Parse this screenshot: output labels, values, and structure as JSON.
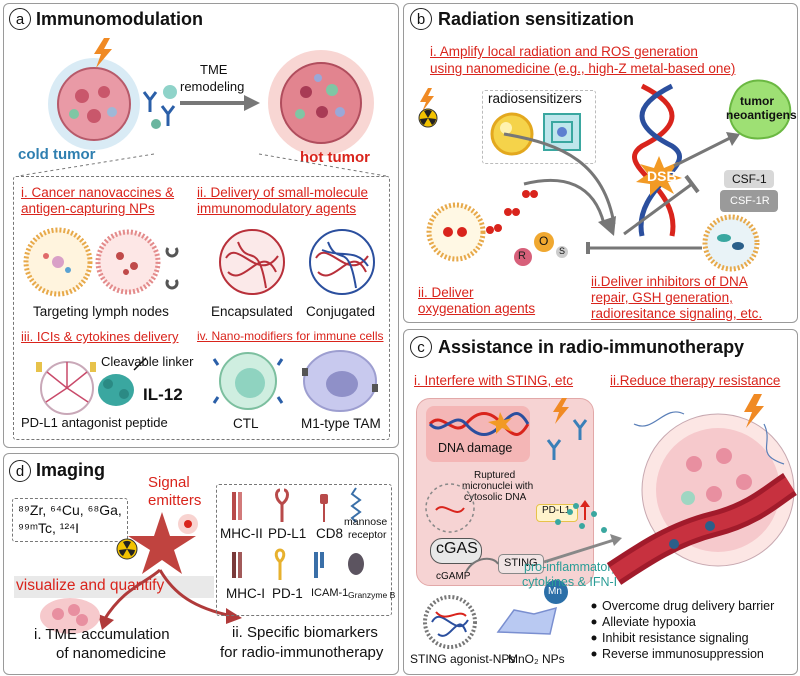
{
  "panel_a": {
    "badge": "a",
    "title": "Immunomodulation",
    "cold_tumor": "cold tumor",
    "hot_tumor": "hot tumor",
    "tme": "TME",
    "remodeling": "remodeling",
    "sub_i_l1": "i. Cancer nanovaccines &",
    "sub_i_l2": "antigen-capturing NPs",
    "sub_ii_l1": "ii. Delivery of small-molecule",
    "sub_ii_l2": "immunomodulatory agents",
    "targeting": "Targeting lymph nodes",
    "encapsulated": "Encapsulated",
    "conjugated": "Conjugated",
    "sub_iii": "iii. ICIs & cytokines delivery",
    "sub_iv": "iv. Nano-modifiers for immune cells",
    "cleavable": "Cleavable linker",
    "il12": "IL-12",
    "pdl1_peptide": "PD-L1 antagonist peptide",
    "ctl": "CTL",
    "m1tam": "M1-type TAM"
  },
  "panel_b": {
    "badge": "b",
    "title": "Radiation sensitization",
    "sub_i_l1": "i. Amplify local radiation and ROS generation",
    "sub_i_l2": "using nanomedicine (e.g., high-Z metal-based one)",
    "radiosensitizers": "radiosensitizers",
    "dsb": "DSB",
    "tumor_l1": "tumor",
    "tumor_l2": "neoantigens",
    "csf1": "CSF-1",
    "csf1r": "CSF-1R",
    "sub_ii_l1": "ii. Deliver",
    "sub_ii_l2": "oxygenation agents",
    "ros_r": "R",
    "ros_o": "O",
    "ros_s": "S",
    "sub_iii_l1": "ii.Deliver inhibitors of DNA",
    "sub_iii_l2": "repair, GSH generation,",
    "sub_iii_l3": "radioresitance signaling, etc."
  },
  "panel_c": {
    "badge": "c",
    "title": "Assistance in radio-immunotherapy",
    "sub_i": "i. Interfere with STING, etc",
    "sub_ii": "ii.Reduce therapy resistance",
    "dna_damage": "DNA damage",
    "ruptured_l1": "Ruptured",
    "ruptured_l2": "micronuclei with",
    "ruptured_l3": "cytosolic DNA",
    "pdl1": "PD-L1",
    "cgas": "cGAS",
    "sting": "STING",
    "cgamp": "cGAMP",
    "mn": "Mn",
    "pro_l1": "pro-inflammatory",
    "pro_l2": "cytokines & IFN-I",
    "sting_np": "STING agonist-NPs",
    "mno2_np": "MnO₂ NPs",
    "bullets": [
      "Overcome drug delivery barrier",
      "Alleviate hypoxia",
      "Inhibit resistance signaling",
      "Reverse immunosuppression"
    ]
  },
  "panel_d": {
    "badge": "d",
    "title": "Imaging",
    "isotopes_l1": "⁸⁹Zr, ⁶⁴Cu, ⁶⁸Ga,",
    "isotopes_l2": "⁹⁹ᵐTc, ¹²⁴I",
    "signal_l1": "Signal",
    "signal_l2": "emitters",
    "visualize": "visualize and quantify",
    "tme_l1": "i. TME accumulation",
    "tme_l2": "of nanomedicine",
    "bio_l1": "ii. Specific biomarkers",
    "bio_l2": "for radio-immunotherapy",
    "markers": {
      "mhc2": "MHC-II",
      "pdl1": "PD-L1",
      "cd8": "CD8",
      "mannose_l1": "mannose",
      "mannose_l2": "receptor",
      "mhc1": "MHC-I",
      "pd1": "PD-1",
      "icam1": "ICAM-1",
      "granzyme": "Granzyme B"
    }
  },
  "colors": {
    "accent_red": "#d9241c",
    "cold_blue": "#2f7fb0",
    "teal": "#3aa7a0"
  }
}
